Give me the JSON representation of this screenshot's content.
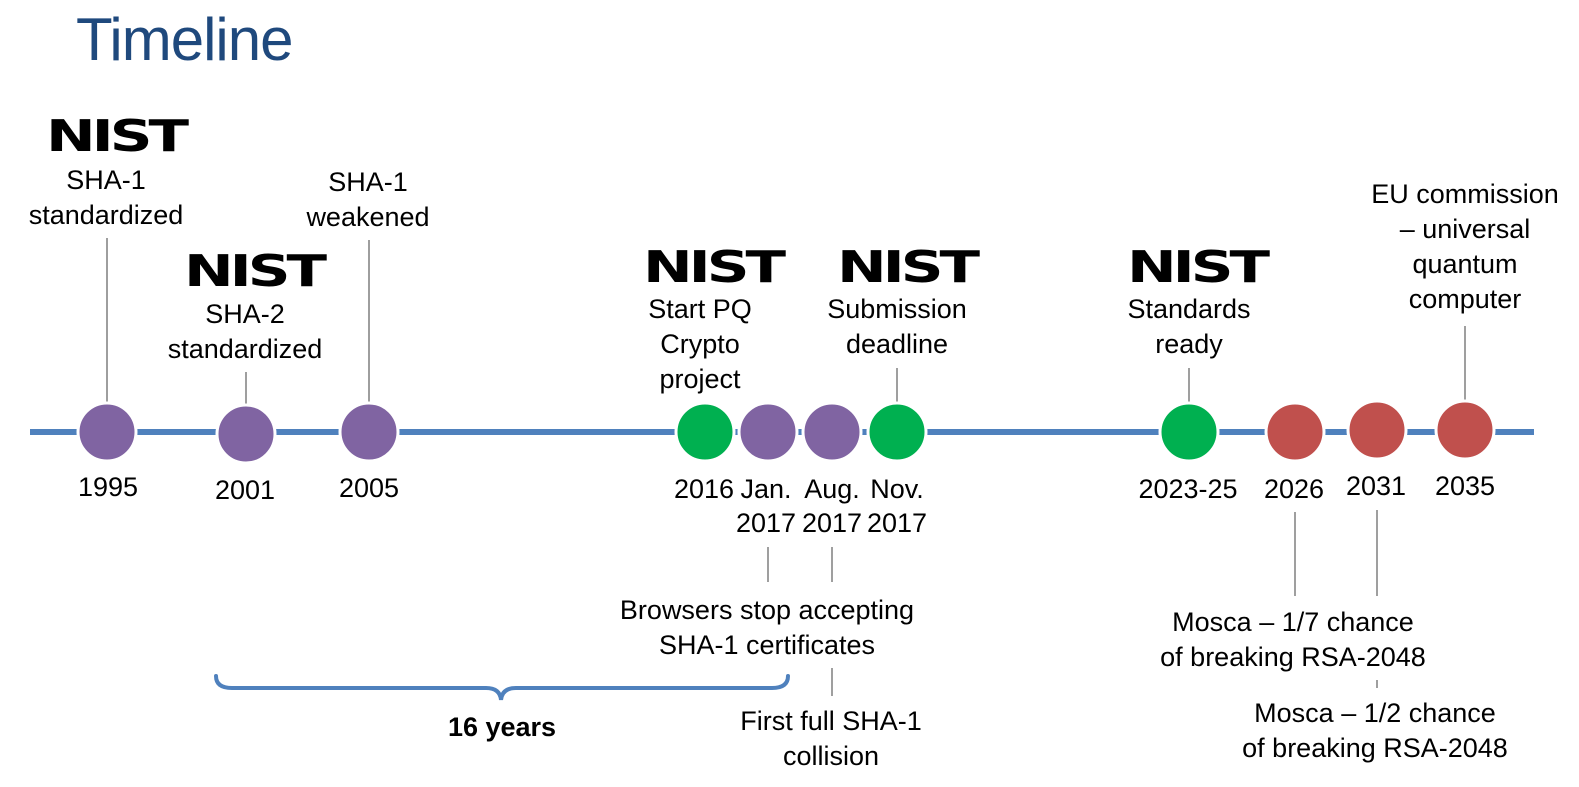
{
  "title": "Timeline",
  "colors": {
    "title": "#1f497d",
    "axis": "#4f81bd",
    "purple": "#8064a2",
    "green": "#00b050",
    "red": "#c0504d",
    "connector": "#7f7f7f",
    "brace": "#4f81bd"
  },
  "logo_text": "NIST",
  "events": [
    {
      "id": "1995",
      "date": "1995",
      "label": "SHA-1\nstandardized",
      "color": "purple",
      "nist": true
    },
    {
      "id": "2001",
      "date": "2001",
      "label": "SHA-2\nstandardized",
      "color": "purple",
      "nist": true
    },
    {
      "id": "2005",
      "date": "2005",
      "label": "SHA-1\nweakened",
      "color": "purple",
      "nist": false
    },
    {
      "id": "2016",
      "date": "2016",
      "label": "Start PQ\nCrypto\nproject",
      "color": "green",
      "nist": true
    },
    {
      "id": "jan2017",
      "date": "Jan.\n2017",
      "label": "Browsers stop accepting\nSHA-1 certificates",
      "color": "purple",
      "nist": false
    },
    {
      "id": "aug2017",
      "date": "Aug.\n2017",
      "label": "First full SHA-1\ncollision",
      "color": "purple",
      "nist": false
    },
    {
      "id": "nov2017",
      "date": "Nov.\n2017",
      "label": "Submission\ndeadline",
      "color": "green",
      "nist": true
    },
    {
      "id": "2023",
      "date": "2023-25",
      "label": "Standards\nready",
      "color": "green",
      "nist": true
    },
    {
      "id": "2026",
      "date": "2026",
      "label": "Mosca – 1/7 chance\nof breaking RSA-2048",
      "color": "red",
      "nist": false
    },
    {
      "id": "2031",
      "date": "2031",
      "label": "Mosca – 1/2 chance\nof breaking RSA-2048",
      "color": "red",
      "nist": false
    },
    {
      "id": "2035",
      "date": "2035",
      "label": "EU commission\n– universal\nquantum\ncomputer",
      "color": "red",
      "nist": false
    }
  ],
  "span": {
    "label": "16 years"
  }
}
